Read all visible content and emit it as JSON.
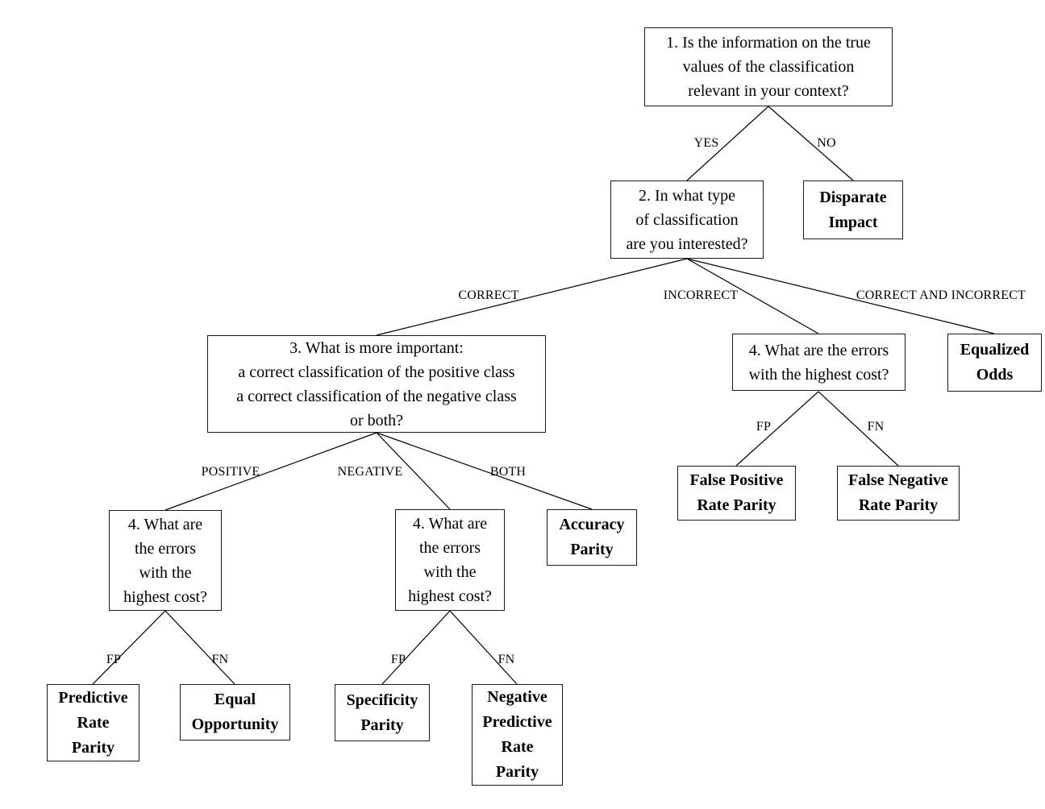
{
  "diagram": {
    "colors": {
      "background": "#ffffff",
      "line": "#000000",
      "box_border": "#1a1a1a",
      "text": "#000000"
    },
    "nodes": {
      "q1": {
        "text": "1. Is the information on the true\nvalues of the classification\nrelevant in your context?"
      },
      "q2": {
        "text": "2. In what type\nof classification\nare you interested?"
      },
      "disparate_impact": {
        "text": "Disparate\nImpact"
      },
      "q3": {
        "text": "3. What is more important:\na correct classification of the positive class\na correct classification of the negative class\nor both?"
      },
      "q4_right": {
        "text": "4. What are the errors\nwith the highest cost?"
      },
      "equalized_odds": {
        "text": "Equalized\nOdds"
      },
      "q4_left": {
        "text": "4. What are\nthe errors\nwith the\nhighest cost?"
      },
      "q4_mid": {
        "text": "4. What are\nthe errors\nwith the\nhighest cost?"
      },
      "accuracy_parity": {
        "text": "Accuracy\nParity"
      },
      "predictive_rate_parity": {
        "text": "Predictive\nRate\nParity"
      },
      "equal_opportunity": {
        "text": "Equal\nOpportunity"
      },
      "specificity_parity": {
        "text": "Specificity\nParity"
      },
      "negative_predictive_rate_parity": {
        "text": "Negative\nPredictive\nRate\nParity"
      },
      "false_positive_rate_parity": {
        "text": "False Positive\nRate Parity"
      },
      "false_negative_rate_parity": {
        "text": "False Negative\nRate Parity"
      }
    },
    "edge_labels": {
      "yes": "YES",
      "no": "NO",
      "correct": "CORRECT",
      "incorrect": "INCORRECT",
      "correct_and_incorrect": "CORRECT AND INCORRECT",
      "positive": "POSITIVE",
      "negative": "NEGATIVE",
      "both": "BOTH",
      "fp_left": "FP",
      "fn_left": "FN",
      "fp_mid": "FP",
      "fn_mid": "FN",
      "fp_right": "FP",
      "fn_right": "FN"
    }
  }
}
